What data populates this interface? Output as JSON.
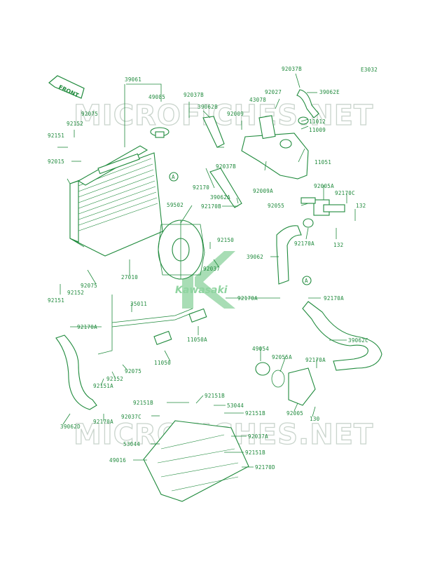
{
  "diagram": {
    "code": "E3032",
    "direction_label": "FRONT",
    "watermark": "MICROFICHES.NET",
    "logo_text": "Kawasaki",
    "reference_marker": "A",
    "colors": {
      "ink": "#1f8a3c",
      "watermark": "#c9d4cc",
      "logo": "#8fd4a0"
    },
    "labels": [
      {
        "id": "39061",
        "text": "39061"
      },
      {
        "id": "49085",
        "text": "49085"
      },
      {
        "id": "92037B_1",
        "text": "92037B"
      },
      {
        "id": "39062B",
        "text": "39062B"
      },
      {
        "id": "92037B_2",
        "text": "92037B"
      },
      {
        "id": "92027",
        "text": "92027"
      },
      {
        "id": "39062E",
        "text": "39062E"
      },
      {
        "id": "43078",
        "text": "43078"
      },
      {
        "id": "92009",
        "text": "92009"
      },
      {
        "id": "11012",
        "text": "11012"
      },
      {
        "id": "11009",
        "text": "11009"
      },
      {
        "id": "92075_1",
        "text": "92075"
      },
      {
        "id": "92152_1",
        "text": "92152"
      },
      {
        "id": "92151_1",
        "text": "92151"
      },
      {
        "id": "92015",
        "text": "92015"
      },
      {
        "id": "92037B_3",
        "text": "92037B"
      },
      {
        "id": "11051",
        "text": "11051"
      },
      {
        "id": "92170",
        "text": "92170"
      },
      {
        "id": "92009A",
        "text": "92009A"
      },
      {
        "id": "39062A",
        "text": "39062A"
      },
      {
        "id": "92005A",
        "text": "92005A"
      },
      {
        "id": "92170C",
        "text": "92170C"
      },
      {
        "id": "59502",
        "text": "59502"
      },
      {
        "id": "92170B",
        "text": "92170B"
      },
      {
        "id": "92055",
        "text": "92055"
      },
      {
        "id": "132_1",
        "text": "132"
      },
      {
        "id": "132_2",
        "text": "132"
      },
      {
        "id": "92170A_1",
        "text": "92170A"
      },
      {
        "id": "92150",
        "text": "92150"
      },
      {
        "id": "92037",
        "text": "92037"
      },
      {
        "id": "39062",
        "text": "39062"
      },
      {
        "id": "27010",
        "text": "27010"
      },
      {
        "id": "92075_2",
        "text": "92075"
      },
      {
        "id": "92152_2",
        "text": "92152"
      },
      {
        "id": "92151_2",
        "text": "92151"
      },
      {
        "id": "92170A_2",
        "text": "92170A"
      },
      {
        "id": "92170A_3",
        "text": "92170A"
      },
      {
        "id": "35011",
        "text": "35011"
      },
      {
        "id": "92170A_4",
        "text": "92170A"
      },
      {
        "id": "11050A",
        "text": "11050A"
      },
      {
        "id": "39062C",
        "text": "39062C"
      },
      {
        "id": "11050",
        "text": "11050"
      },
      {
        "id": "49054",
        "text": "49054"
      },
      {
        "id": "92055A",
        "text": "92055A"
      },
      {
        "id": "92170A_5",
        "text": "92170A"
      },
      {
        "id": "92075_3",
        "text": "92075"
      },
      {
        "id": "92152_3",
        "text": "92152"
      },
      {
        "id": "92151A",
        "text": "92151A"
      },
      {
        "id": "92151B_1",
        "text": "92151B"
      },
      {
        "id": "53044_1",
        "text": "53044"
      },
      {
        "id": "92151B_2",
        "text": "92151B"
      },
      {
        "id": "92151B_3",
        "text": "92151B"
      },
      {
        "id": "92037C",
        "text": "92037C"
      },
      {
        "id": "92005",
        "text": "92005"
      },
      {
        "id": "130",
        "text": "130"
      },
      {
        "id": "39062D",
        "text": "39062D"
      },
      {
        "id": "92170A_6",
        "text": "92170A"
      },
      {
        "id": "92037A",
        "text": "92037A"
      },
      {
        "id": "53044_2",
        "text": "53044"
      },
      {
        "id": "92151B_4",
        "text": "92151B"
      },
      {
        "id": "49016",
        "text": "49016"
      },
      {
        "id": "92170D",
        "text": "92170D"
      }
    ]
  }
}
